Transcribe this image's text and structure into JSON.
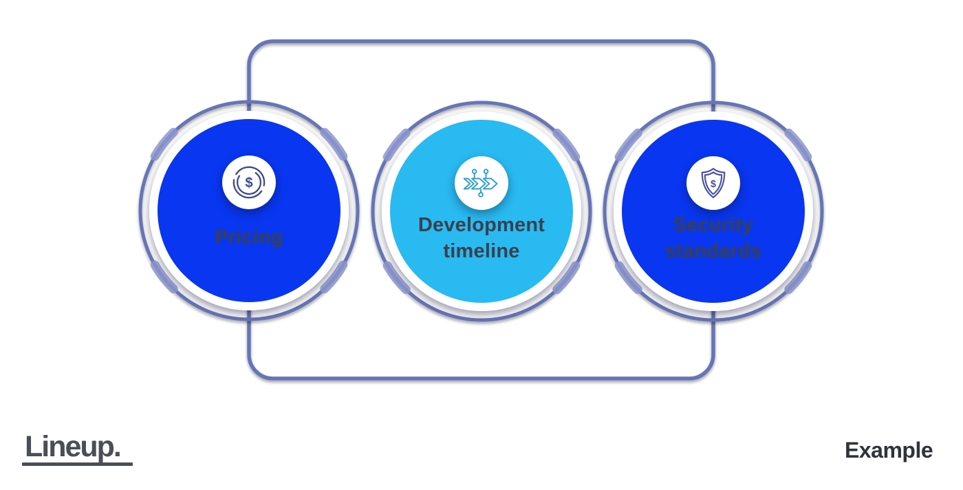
{
  "diagram": {
    "nodes": [
      {
        "id": "pricing",
        "label": "Pricing",
        "icon": "coin-dollar-icon",
        "fill": "#0936F0",
        "icon_stroke": "#3F4A8E"
      },
      {
        "id": "development-timeline",
        "label": "Development timeline",
        "icon": "timeline-flow-icon",
        "fill": "#29BAF2",
        "icon_stroke": "#1F9CD4"
      },
      {
        "id": "security-standards",
        "label": "Security standards",
        "icon": "shield-dollar-icon",
        "fill": "#0936F0",
        "icon_stroke": "#4A4FA0"
      }
    ],
    "dollar_sign": "$",
    "label_color": "#3A404D",
    "connector_color": "#6674B8",
    "ring_color": "#6674B8",
    "ring_segment_color": "#8C96CE",
    "node_border_color": "#FFFFFF",
    "badge_color": "#FFFFFF"
  },
  "footer": {
    "logo_text": "Lineup.",
    "logo_color": "#4A4E56",
    "example_label": "Example",
    "example_color": "#2F333C"
  }
}
